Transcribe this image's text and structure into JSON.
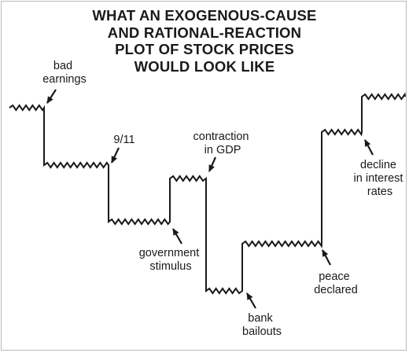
{
  "title": {
    "line1": "WHAT AN EXOGENOUS-CAUSE",
    "line2": "AND RATIONAL-REACTION",
    "line3": "PLOT OF STOCK PRICES",
    "line4": "WOULD LOOK LIKE"
  },
  "events": {
    "bad_earnings": [
      "bad",
      "earnings"
    ],
    "nine_eleven": [
      "9/11"
    ],
    "government_stimulus": [
      "government",
      "stimulus"
    ],
    "contraction_gdp": [
      "contraction",
      "in GDP"
    ],
    "bank_bailouts": [
      "bank",
      "bailouts"
    ],
    "peace_declared": [
      "peace",
      "declared"
    ],
    "decline_interest_rates": [
      "decline",
      "in interest",
      "rates"
    ]
  },
  "colors": {
    "ink": "#1a1a1a",
    "frame": "#b9b9b9"
  }
}
